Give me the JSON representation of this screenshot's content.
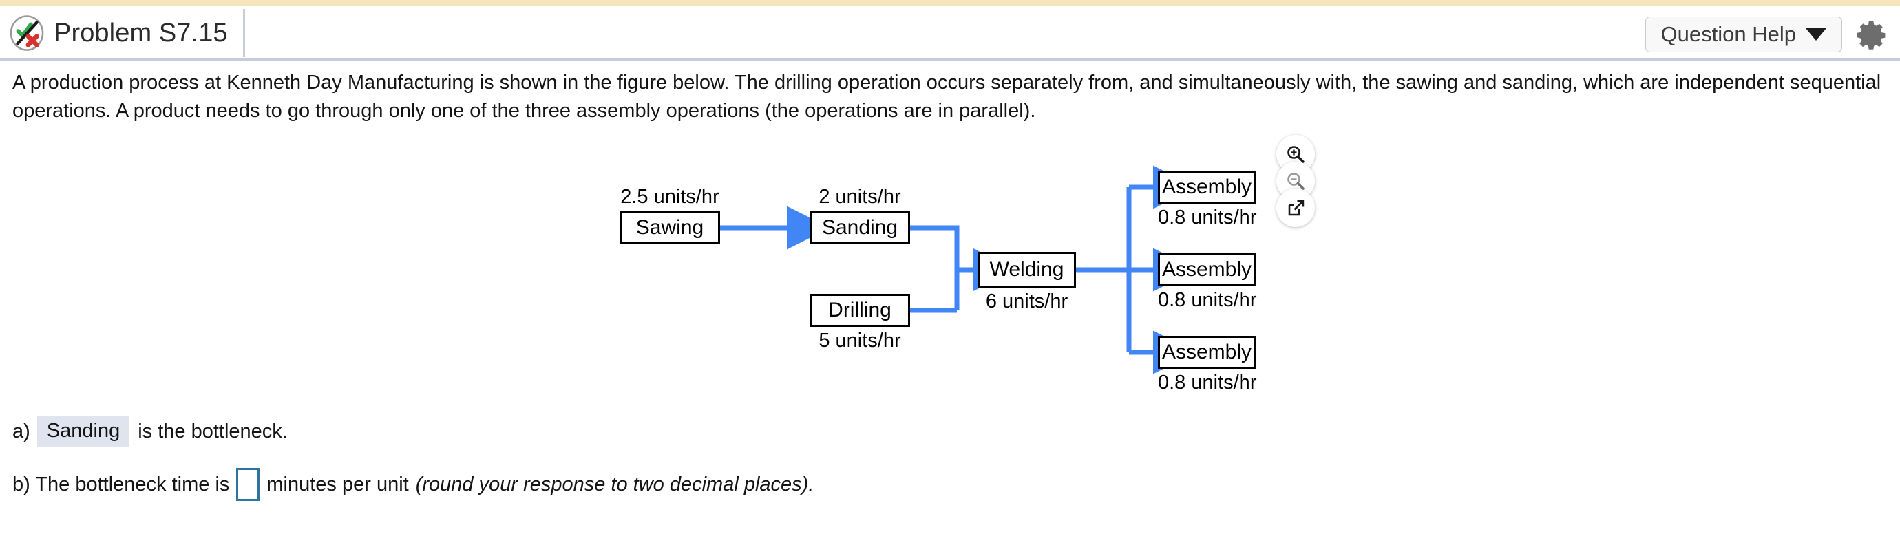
{
  "header": {
    "title": "Problem S7.15",
    "icon_name": "check-slash-x-icon",
    "help_button": "Question Help",
    "caret_icon": "chevron-down-icon",
    "settings_icon": "gear-icon"
  },
  "statement": "A production process at Kenneth Day Manufacturing is shown in the figure below. The drilling operation occurs separately from, and simultaneously with, the sawing and sanding, which are independent sequential operations. A product needs to go through only one of the three assembly operations (the operations are in parallel).",
  "diagram": {
    "nodes": [
      {
        "id": "sawing",
        "label": "Sawing",
        "rate": "2.5 units/hr",
        "rate_pos": "above"
      },
      {
        "id": "sanding",
        "label": "Sanding",
        "rate": "2 units/hr",
        "rate_pos": "above"
      },
      {
        "id": "drilling",
        "label": "Drilling",
        "rate": "5 units/hr",
        "rate_pos": "below"
      },
      {
        "id": "welding",
        "label": "Welding",
        "rate": "6 units/hr",
        "rate_pos": "below"
      },
      {
        "id": "assembly1",
        "label": "Assembly",
        "rate": "0.8 units/hr",
        "rate_pos": "below"
      },
      {
        "id": "assembly2",
        "label": "Assembly",
        "rate": "0.8 units/hr",
        "rate_pos": "below"
      },
      {
        "id": "assembly3",
        "label": "Assembly",
        "rate": "0.8 units/hr",
        "rate_pos": "below"
      }
    ],
    "arrow_color": "#4285f4",
    "box_border_color": "#000000"
  },
  "figure_controls": [
    {
      "name": "zoom-in-icon",
      "state": "enabled"
    },
    {
      "name": "zoom-out-icon",
      "state": "disabled"
    },
    {
      "name": "open-external-icon",
      "state": "enabled"
    }
  ],
  "answers": {
    "a_prefix": "a)",
    "a_selected": "Sanding",
    "a_suffix": "is the bottleneck.",
    "b_prefix": "b) The bottleneck time is",
    "b_value": "",
    "b_middle": "minutes per unit",
    "b_note": "(round your response to two decimal places)."
  },
  "colors": {
    "accent_bar": "#f6e4bd",
    "divider": "#c7ccdc",
    "dropdown_highlight": "#dfe4ef",
    "input_border": "#2f74a0",
    "arrow_blue": "#4285f4"
  }
}
